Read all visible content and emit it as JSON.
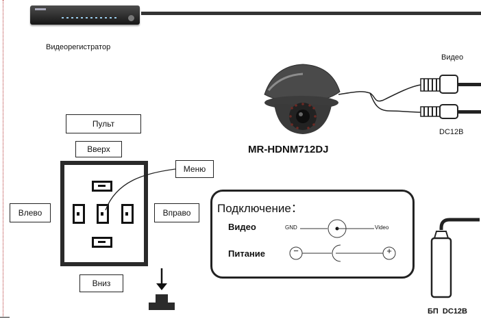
{
  "dvr": {
    "label": "Видеорегистратор"
  },
  "camera": {
    "model": "MR-HDNM712DJ"
  },
  "cable_labels": {
    "video": "Видео",
    "power": "DC12B"
  },
  "remote": {
    "title": "Пульт",
    "up": "Вверх",
    "menu": "Меню",
    "left": "Влево",
    "right": "Вправо",
    "down": "Вниз"
  },
  "connection": {
    "title": "Подключение：",
    "video_label": "Видео",
    "power_label": "Питание",
    "gnd": "GND",
    "video_pin": "Video",
    "minus": "−",
    "plus": "+"
  },
  "psu": {
    "label": "БП  DC12B"
  }
}
